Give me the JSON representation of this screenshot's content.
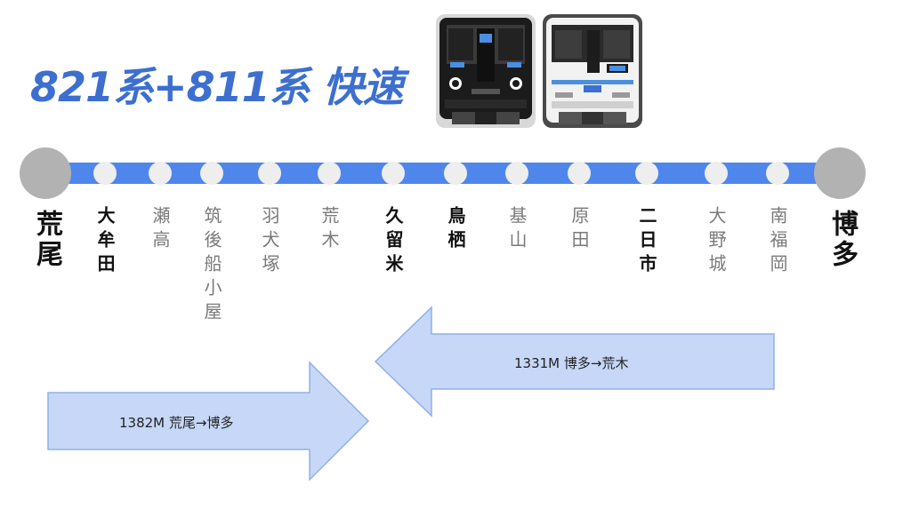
{
  "title": "821系+811系 快速",
  "train_images": [
    "train-821-icon",
    "train-811-icon"
  ],
  "line_color": "#4f86ec",
  "terminals": {
    "left": "荒尾",
    "right": "博多"
  },
  "stations": [
    {
      "name": "大牟田",
      "stop": true
    },
    {
      "name": "瀬高",
      "stop": false
    },
    {
      "name": "筑後船小屋",
      "stop": false
    },
    {
      "name": "羽犬塚",
      "stop": false
    },
    {
      "name": "荒木",
      "stop": false
    },
    {
      "name": "久留米",
      "stop": true
    },
    {
      "name": "鳥栖",
      "stop": true
    },
    {
      "name": "基山",
      "stop": false
    },
    {
      "name": "原田",
      "stop": false
    },
    {
      "name": "二日市",
      "stop": true
    },
    {
      "name": "大野城",
      "stop": false
    },
    {
      "name": "南福岡",
      "stop": false
    }
  ],
  "services": [
    {
      "label": "1382M 荒尾→博多",
      "direction": "right"
    },
    {
      "label": "1331M 博多→荒木",
      "direction": "left"
    }
  ]
}
